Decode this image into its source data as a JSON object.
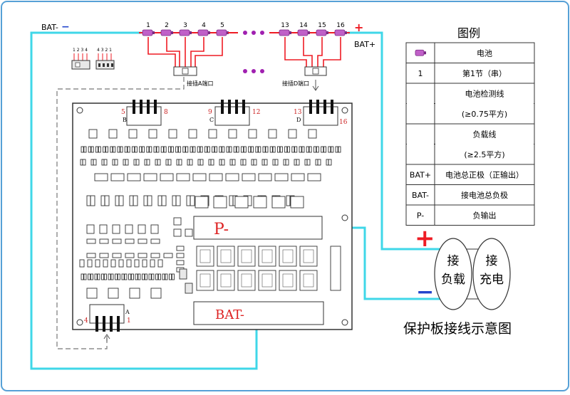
{
  "batteries": {
    "numbers_left": [
      "1",
      "2",
      "3",
      "4",
      "5"
    ],
    "numbers_right": [
      "13",
      "14",
      "15",
      "16"
    ],
    "bat_minus_label": "BAT-",
    "bat_plus_label": "BAT+",
    "plus_sign": "+",
    "minus_sign": "−",
    "port_a_label": "接插A端口",
    "port_d_label": "接插D端口",
    "small_connector_numbers_1": "1 2 3 4",
    "small_connector_numbers_2": "4 3 2 1"
  },
  "board": {
    "header_labels": {
      "b_left": "5",
      "b_right": "8",
      "b_letter": "B",
      "c_left": "9",
      "c_right": "12",
      "c_letter": "C",
      "d_left": "13",
      "d_right": "16",
      "d_letter": "D",
      "a_left": "4",
      "a_right": "1",
      "a_letter": "A"
    },
    "p_minus_label": "P-",
    "bat_minus_label": "BAT-"
  },
  "legend": {
    "title": "图例",
    "rows": [
      {
        "symbol": "battery-icon",
        "text": "电池"
      },
      {
        "symbol": "1",
        "text": "第1节（串）"
      },
      {
        "symbol": "red-line",
        "text": "电池检测线"
      },
      {
        "symbol": "",
        "text": "(≥0.75平方)"
      },
      {
        "symbol": "cyan-line",
        "text": "负载线"
      },
      {
        "symbol": "",
        "text": "(≥2.5平方)"
      },
      {
        "symbol": "BAT+",
        "text": "电池总正极（正输出）"
      },
      {
        "symbol": "BAT-",
        "text": "接电池总负极"
      },
      {
        "symbol": "P-",
        "text": "负输出"
      }
    ]
  },
  "load": {
    "plus": "+",
    "minus": "−",
    "load_text_1": "接",
    "load_text_2": "负载",
    "charge_text_1": "接",
    "charge_text_2": "充电"
  },
  "caption": "保护板接线示意图",
  "colors": {
    "red": "#ee1c24",
    "cyan": "#3fd7e8",
    "battery": "#c060c8",
    "dots": "#a020b0",
    "border": "#56a0d6"
  }
}
